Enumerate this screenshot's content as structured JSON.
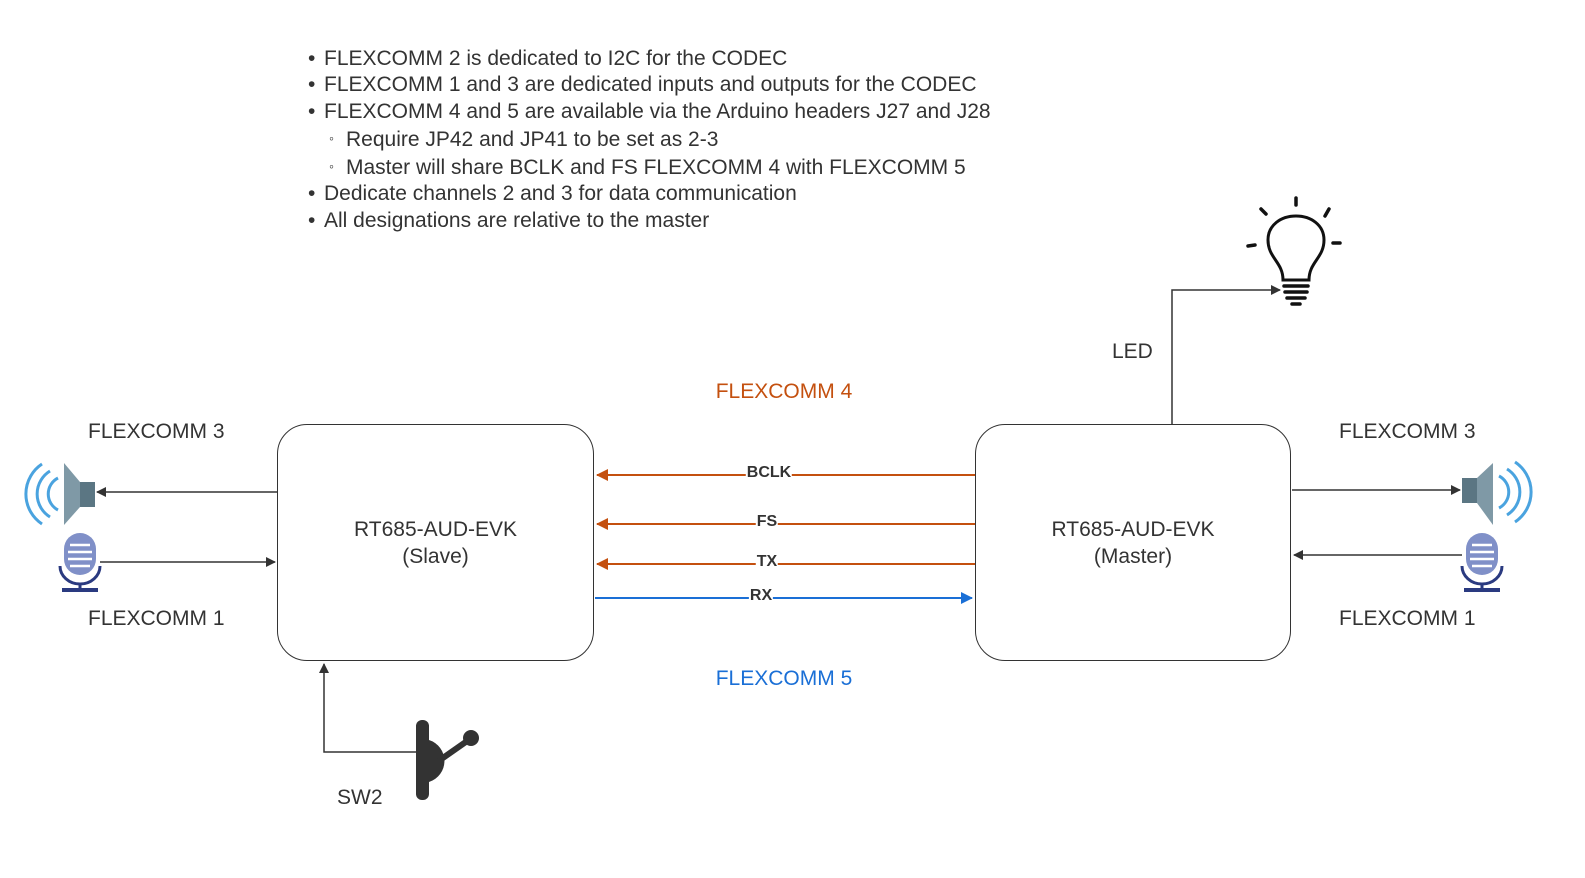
{
  "notes": [
    {
      "level": 1,
      "text": "FLEXCOMM 2 is dedicated to I2C for the CODEC"
    },
    {
      "level": 1,
      "text": "FLEXCOMM 1 and 3 are dedicated inputs and outputs for the CODEC"
    },
    {
      "level": 1,
      "text": "FLEXCOMM 4 and 5 are available via the Arduino headers J27 and J28"
    },
    {
      "level": 2,
      "text": "Require JP42 and JP41 to be set as 2-3"
    },
    {
      "level": 2,
      "text": "Master will share BCLK and FS FLEXCOMM 4 with FLEXCOMM 5"
    },
    {
      "level": 1,
      "text": "Dedicate channels 2 and 3 for data communication"
    },
    {
      "level": 1,
      "text": "All designations are relative to the master"
    }
  ],
  "slave": {
    "name": "RT685-AUD-EVK",
    "role": "(Slave)"
  },
  "master": {
    "name": "RT685-AUD-EVK",
    "role": "(Master)"
  },
  "buses": {
    "fc4": "FLEXCOMM 4",
    "fc5": "FLEXCOMM 5"
  },
  "signals": {
    "bclk": "BCLK",
    "fs": "FS",
    "tx": "TX",
    "rx": "RX"
  },
  "left": {
    "speaker_label": "FLEXCOMM 3",
    "mic_label": "FLEXCOMM 1"
  },
  "right": {
    "speaker_label": "FLEXCOMM 3",
    "mic_label": "FLEXCOMM 1"
  },
  "led_label": "LED",
  "switch_label": "SW2",
  "colors": {
    "line": "#333333",
    "fc4": "#c4500f",
    "fc5": "#1a6fd6",
    "speaker_wave": "#4aa3df",
    "mic": "#8090c8",
    "mic_stand": "#2a3a80"
  }
}
